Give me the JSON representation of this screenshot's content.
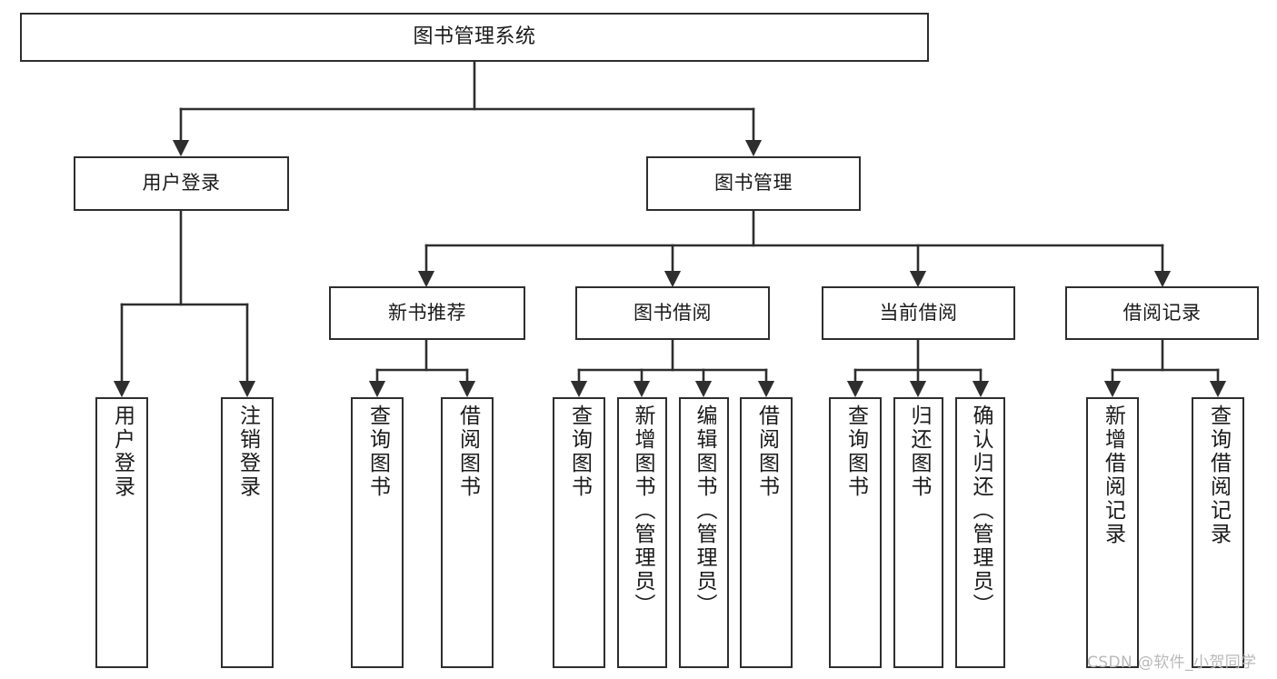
{
  "diagram": {
    "title": "图书管理系统",
    "type": "tree",
    "watermark": "CSDN @软件_小贺同学",
    "colors": {
      "box_border": "#2e2e2e",
      "box_fill": "#ffffff",
      "connector": "#2e2e2e",
      "text": "#1a1a1a",
      "watermark": "#b9b9b9",
      "background": "#ffffff"
    },
    "levels": {
      "root": {
        "label": "图书管理系统"
      },
      "level2": [
        {
          "label": "用户登录"
        },
        {
          "label": "图书管理"
        }
      ],
      "level3": [
        {
          "label": "新书推荐"
        },
        {
          "label": "图书借阅"
        },
        {
          "label": "当前借阅"
        },
        {
          "label": "借阅记录"
        }
      ],
      "leaves": [
        {
          "label": "用户登录",
          "parent": "用户登录"
        },
        {
          "label": "注销登录",
          "parent": "用户登录"
        },
        {
          "label": "查询图书",
          "parent": "新书推荐"
        },
        {
          "label": "借阅图书",
          "parent": "新书推荐"
        },
        {
          "label": "查询图书",
          "parent": "图书借阅"
        },
        {
          "label": "新增图书（管理员）",
          "parent": "图书借阅"
        },
        {
          "label": "编辑图书（管理员）",
          "parent": "图书借阅"
        },
        {
          "label": "借阅图书",
          "parent": "图书借阅"
        },
        {
          "label": "查询图书",
          "parent": "当前借阅"
        },
        {
          "label": "归还图书",
          "parent": "当前借阅"
        },
        {
          "label": "确认归还（管理员）",
          "parent": "当前借阅"
        },
        {
          "label": "新增借阅记录",
          "parent": "借阅记录"
        },
        {
          "label": "查询借阅记录",
          "parent": "借阅记录"
        }
      ]
    }
  }
}
